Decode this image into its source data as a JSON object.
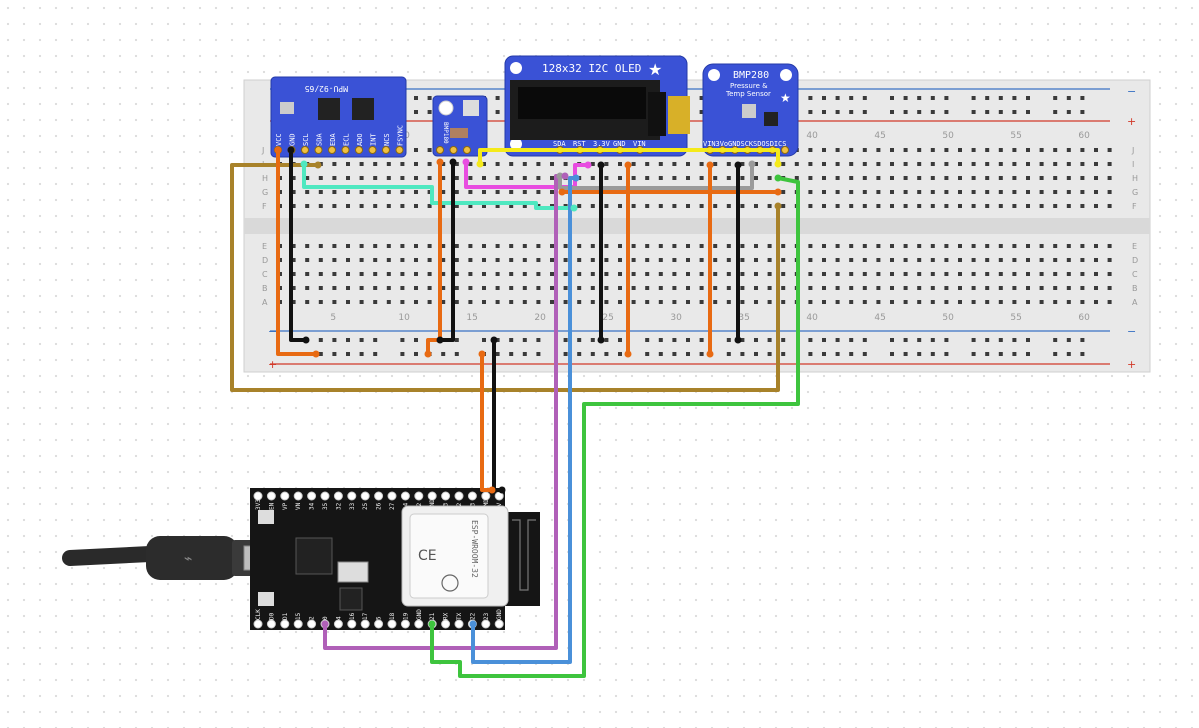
{
  "breadboard": {
    "column_numbers": [
      "5",
      "10",
      "15",
      "20",
      "25",
      "30",
      "35",
      "40",
      "45",
      "50",
      "55",
      "60"
    ],
    "top_rows": [
      "J",
      "I",
      "H",
      "G",
      "F"
    ],
    "bottom_rows": [
      "E",
      "D",
      "C",
      "B",
      "A"
    ],
    "rail_minus": "−",
    "rail_plus": "+"
  },
  "mpu": {
    "title": "MPU-92/65",
    "pins": [
      "VCC",
      "GND",
      "SCL",
      "SDA",
      "EDA",
      "ECL",
      "ADO",
      "INT",
      "NCS",
      "FSYNC"
    ]
  },
  "bmp180": {
    "title": "BMP180"
  },
  "oled": {
    "title": "128x32 I2C OLED",
    "pins": [
      "SDA",
      "RST",
      "3.3V",
      "GND",
      "VIN"
    ]
  },
  "bmp280": {
    "title": "BMP280",
    "subtitle1": "Pressure &",
    "subtitle2": "Temp Sensor",
    "pins": [
      "VIN",
      "3Vo",
      "GND",
      "SCK",
      "SDO",
      "SDI",
      "CS"
    ]
  },
  "esp32": {
    "module_label": "ESP-WROOM-32",
    "top_pins": [
      "3V3",
      "EN",
      "VP",
      "VN",
      "34",
      "35",
      "32",
      "33",
      "25",
      "26",
      "27",
      "14",
      "12",
      "GND",
      "13",
      "D2",
      "D3",
      "CMD",
      "5V"
    ],
    "bottom_pins": [
      "CLK",
      "D0",
      "D1",
      "15",
      "2",
      "0",
      "4",
      "16",
      "17",
      "5",
      "18",
      "19",
      "GND",
      "21",
      "RX",
      "TX",
      "22",
      "23",
      "GND"
    ]
  },
  "colors": {
    "breadboard": "#e8e8e8",
    "breadboard_hole": "#3a3a3a",
    "rail_blue": "#3a72c4",
    "rail_red": "#d23a2a",
    "module_blue": "#2f4fd0",
    "wire_orange": "#e86a12",
    "wire_black": "#111111",
    "wire_brown": "#a8822a",
    "wire_cyan": "#4fe8c0",
    "wire_magenta": "#e84de0",
    "wire_yellow": "#f5ea1a",
    "wire_gray": "#9a9a9a",
    "wire_blue": "#4a90d9",
    "wire_green": "#3ec43e",
    "wire_purple": "#b060b8"
  },
  "icons": [
    "usb-cable-icon",
    "adafruit-star-icon",
    "mcu-chip-icon",
    "wifi-logo-icon"
  ]
}
